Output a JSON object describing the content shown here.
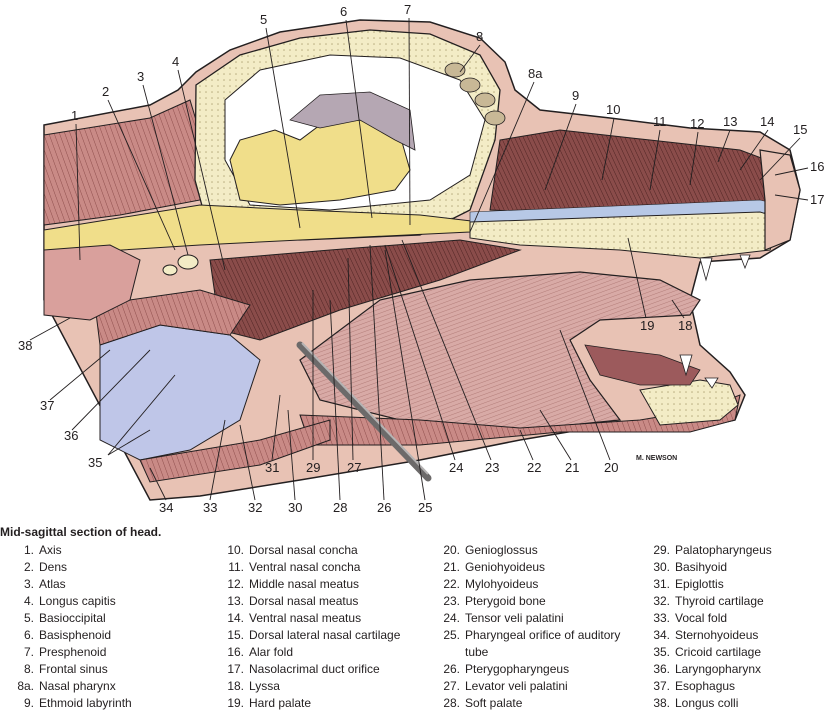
{
  "caption": "Mid-sagittal section of head.",
  "signature": "M. NEWSON",
  "colors": {
    "bone": "#f3ecc6",
    "yellow_brain": "#f0de8a",
    "muscle_pink": "#c98a86",
    "muscle_dark": "#7a3f3f",
    "tongue": "#d4a3a0",
    "skin": "#e8c2b4",
    "blue_lumen": "#b7c8e6",
    "ink": "#231f20"
  },
  "markers": [
    "1",
    "2",
    "3",
    "4",
    "5",
    "6",
    "7",
    "8",
    "8a",
    "9",
    "10",
    "11",
    "12",
    "13",
    "14",
    "15",
    "16",
    "17",
    "18",
    "19",
    "20",
    "21",
    "22",
    "23",
    "24",
    "25",
    "26",
    "27",
    "28",
    "29",
    "30",
    "31",
    "32",
    "33",
    "34",
    "35",
    "36",
    "37",
    "38"
  ],
  "legend": {
    "col1": [
      {
        "n": "1.",
        "t": "Axis"
      },
      {
        "n": "2.",
        "t": "Dens"
      },
      {
        "n": "3.",
        "t": "Atlas"
      },
      {
        "n": "4.",
        "t": "Longus capitis"
      },
      {
        "n": "5.",
        "t": "Basioccipital"
      },
      {
        "n": "6.",
        "t": "Basisphenoid"
      },
      {
        "n": "7.",
        "t": "Presphenoid"
      },
      {
        "n": "8.",
        "t": "Frontal sinus"
      },
      {
        "n": "8a.",
        "t": "Nasal pharynx"
      },
      {
        "n": "9.",
        "t": "Ethmoid labyrinth"
      }
    ],
    "col2": [
      {
        "n": "10.",
        "t": "Dorsal nasal concha"
      },
      {
        "n": "11.",
        "t": "Ventral nasal concha"
      },
      {
        "n": "12.",
        "t": "Middle nasal meatus"
      },
      {
        "n": "13.",
        "t": "Dorsal nasal meatus"
      },
      {
        "n": "14.",
        "t": "Ventral nasal meatus"
      },
      {
        "n": "15.",
        "t": "Dorsal lateral nasal cartilage"
      },
      {
        "n": "16.",
        "t": "Alar fold"
      },
      {
        "n": "17.",
        "t": "Nasolacrimal duct orifice"
      },
      {
        "n": "18.",
        "t": "Lyssa"
      },
      {
        "n": "19.",
        "t": "Hard palate"
      }
    ],
    "col3": [
      {
        "n": "20.",
        "t": "Genioglossus"
      },
      {
        "n": "21.",
        "t": "Geniohyoideus"
      },
      {
        "n": "22.",
        "t": "Mylohyoideus"
      },
      {
        "n": "23.",
        "t": "Pterygoid bone"
      },
      {
        "n": "24.",
        "t": "Tensor veli palatini"
      },
      {
        "n": "25.",
        "t": "Pharyngeal orifice of auditory tube"
      },
      {
        "n": "26.",
        "t": "Pterygopharyngeus"
      },
      {
        "n": "27.",
        "t": "Levator veli palatini"
      },
      {
        "n": "28.",
        "t": "Soft palate"
      }
    ],
    "col4": [
      {
        "n": "29.",
        "t": "Palatopharyngeus"
      },
      {
        "n": "30.",
        "t": "Basihyoid"
      },
      {
        "n": "31.",
        "t": "Epiglottis"
      },
      {
        "n": "32.",
        "t": "Thyroid cartilage"
      },
      {
        "n": "33.",
        "t": "Vocal fold"
      },
      {
        "n": "34.",
        "t": "Sternohyoideus"
      },
      {
        "n": "35.",
        "t": "Cricoid cartilage"
      },
      {
        "n": "36.",
        "t": "Laryngopharynx"
      },
      {
        "n": "37.",
        "t": "Esophagus"
      },
      {
        "n": "38.",
        "t": "Longus colli"
      }
    ]
  }
}
